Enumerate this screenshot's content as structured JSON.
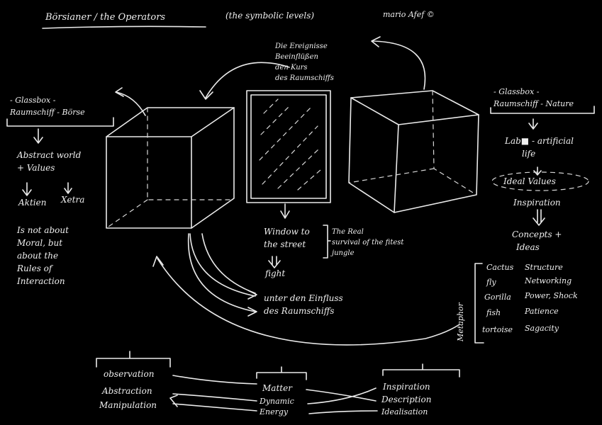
{
  "header": {
    "title": "Börsianer / the Operators",
    "subtitle": "(the symbolic levels)",
    "author": "mario Afef ©"
  },
  "top_note": [
    "Die Ereignisse",
    "Beeinflüßen",
    "den Kurs",
    "des Raumschiffs"
  ],
  "left": {
    "glassbox_title": [
      "- Glassbox -",
      "Raumschiff - Börse"
    ],
    "abstract": [
      "Abstract world",
      "+ Values"
    ],
    "aktien": "Aktien",
    "xetra": "Xetra",
    "note": [
      "Is not about",
      "Moral, but",
      "about the",
      "Rules of",
      "Interaction"
    ]
  },
  "center": {
    "window": [
      "Window to",
      "the street"
    ],
    "real": [
      "The Real",
      "survival of the fitest",
      "jungle"
    ],
    "fight": "fight",
    "unter": [
      "unter den Einfluss",
      "des Raumschiffs"
    ]
  },
  "right": {
    "glassbox_title": [
      "- Glassbox -",
      "Raumschiff - Nature"
    ],
    "lab": [
      "Lab■ - artificial",
      "life"
    ],
    "ideal": "Ideal Values",
    "inspiration": "Inspiration",
    "concepts": [
      "Concepts +",
      "Ideas"
    ]
  },
  "metaphor": {
    "label": "Metaphor",
    "items": [
      {
        "animal": "Cactus",
        "meaning": "Structure"
      },
      {
        "animal": "fly",
        "meaning": "Networking"
      },
      {
        "animal": "Gorilla",
        "meaning": "Power, Shock"
      },
      {
        "animal": "fish",
        "meaning": "Patience"
      },
      {
        "animal": "tortoise",
        "meaning": "Sagacity"
      }
    ]
  },
  "bottom": {
    "left": [
      "observation",
      "Abstraction",
      "Manipulation"
    ],
    "middle": [
      "Matter",
      "Dynamic",
      "Energy"
    ],
    "right": [
      "Inspiration",
      "Description",
      "Idealisation"
    ]
  }
}
